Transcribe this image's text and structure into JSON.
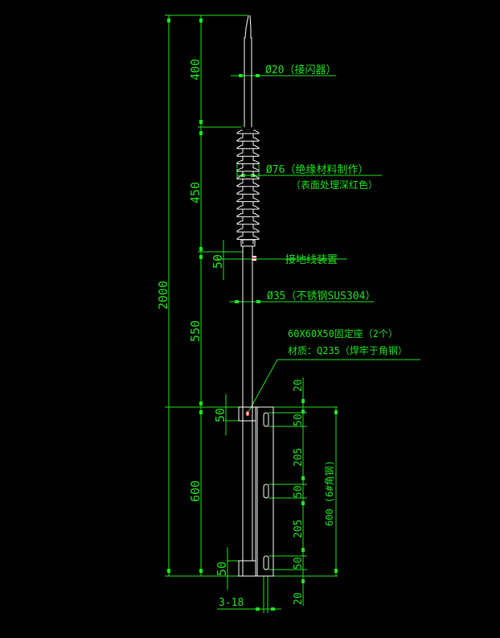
{
  "dimensions": {
    "total": "2000",
    "segments": [
      "400",
      "450",
      "50",
      "550",
      "50",
      "600",
      "50"
    ],
    "bracket": [
      "20",
      "50",
      "205",
      "50",
      "205",
      "50",
      "20"
    ],
    "angle_steel": "600 (6#角钢)",
    "holes": "3-18"
  },
  "callouts": {
    "arrester_rod": "Ø20（接闪器）",
    "insulator": "Ø76（绝缘材料制作）",
    "insulator_note": "（表面处理深红色）",
    "grounding": "接地线装置",
    "pipe": "Ø35（不锈钢SUS304）",
    "base": "60X60X50固定座（2个）",
    "base_material": "材质：Q235（焊牢于角钢）"
  },
  "colors": {
    "dimension": "#1ee61e",
    "outline": "#ffffff",
    "background": "#000000"
  }
}
